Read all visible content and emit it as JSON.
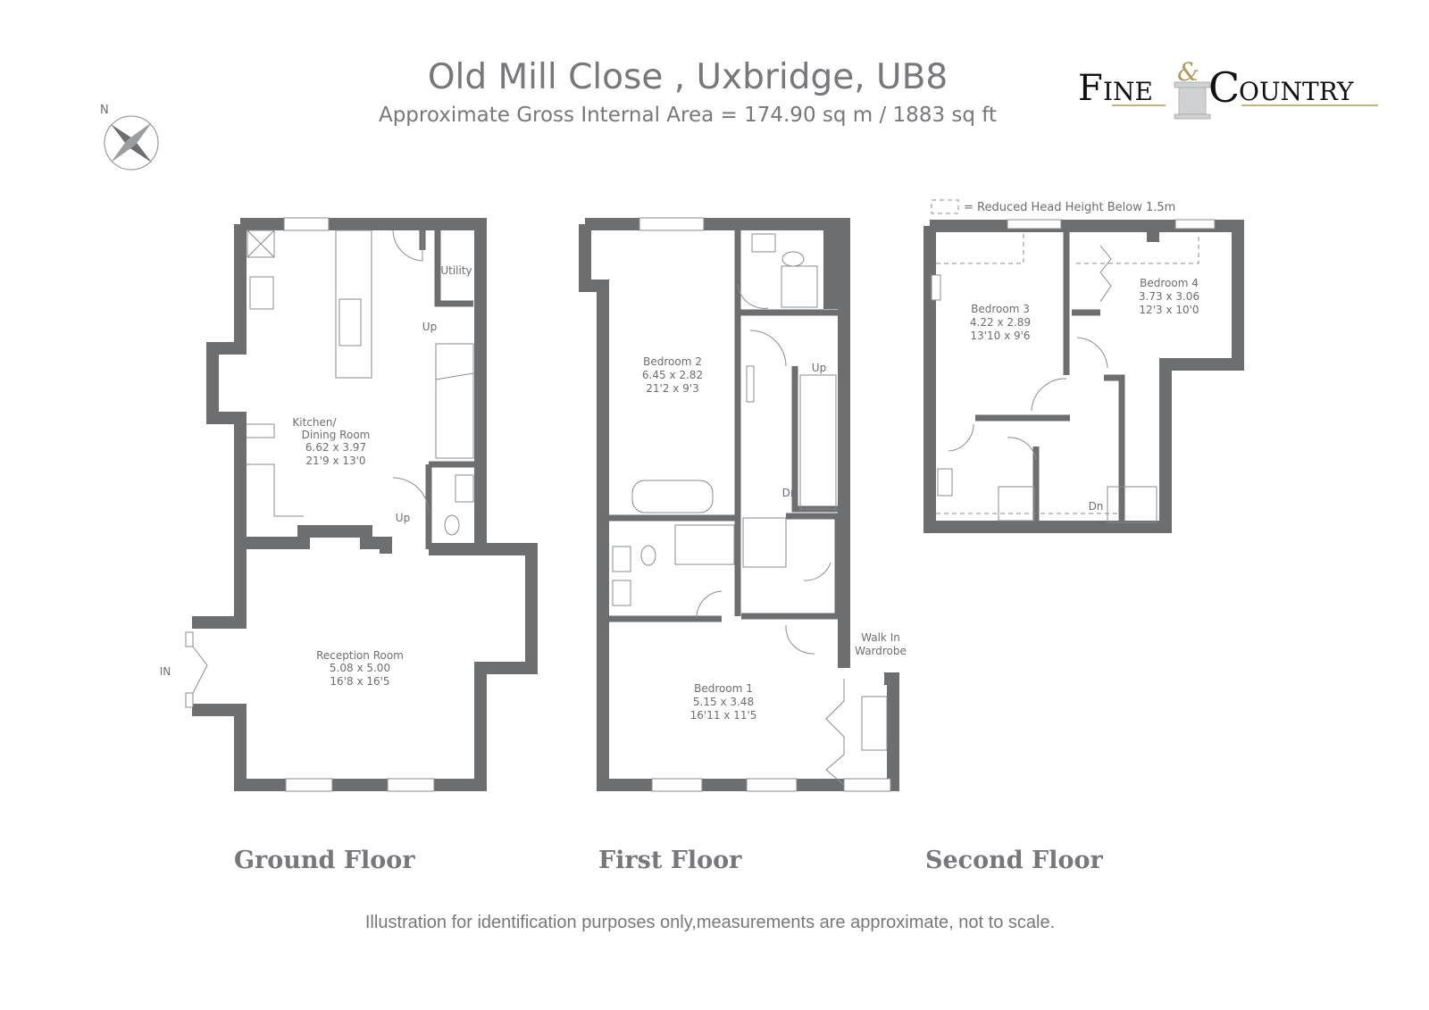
{
  "header": {
    "title": "Old Mill Close , Uxbridge, UB8",
    "subtitle": "Approximate Gross Internal Area = 174.90 sq m / 1883 sq ft"
  },
  "logo": {
    "text_left": "FINE",
    "ampersand": "&",
    "text_right": "COUNTRY",
    "gold": "#b09a5c"
  },
  "compass": {
    "label": "N"
  },
  "legend": {
    "text": "= Reduced Head Height Below 1.5m"
  },
  "ground_floor": {
    "label": "Ground Floor",
    "rooms": [
      {
        "name_1": "Kitchen/",
        "name_2": "Dining Room",
        "metric": "6.62 x 3.97",
        "imperial": "21'9 x 13'0"
      },
      {
        "name": "Reception Room",
        "metric": "5.08 x 5.00",
        "imperial": "16'8 x 16'5"
      }
    ],
    "utility": "Utility",
    "up_1": "Up",
    "up_2": "Up",
    "entrance": "IN"
  },
  "first_floor": {
    "label": "First Floor",
    "rooms": [
      {
        "name": "Bedroom 2",
        "metric": "6.45 x 2.82",
        "imperial": "21'2 x 9'3"
      },
      {
        "name": "Bedroom 1",
        "metric": "5.15 x 3.48",
        "imperial": "16'11 x 11'5"
      }
    ],
    "walk_in_1": "Walk In",
    "walk_in_2": "Wardrobe",
    "up": "Up",
    "dn": "Dn"
  },
  "second_floor": {
    "label": "Second Floor",
    "rooms": [
      {
        "name": "Bedroom 3",
        "metric": "4.22 x 2.89",
        "imperial": "13'10 x 9'6"
      },
      {
        "name": "Bedroom 4",
        "metric": "3.73 x 3.06",
        "imperial": "12'3 x 10'0"
      }
    ],
    "dn": "Dn"
  },
  "footer": {
    "disclaimer": "Illustration for identification purposes only,measurements are approximate, not to scale."
  },
  "colors": {
    "wall": "#6d6e70",
    "text": "#77787b"
  }
}
